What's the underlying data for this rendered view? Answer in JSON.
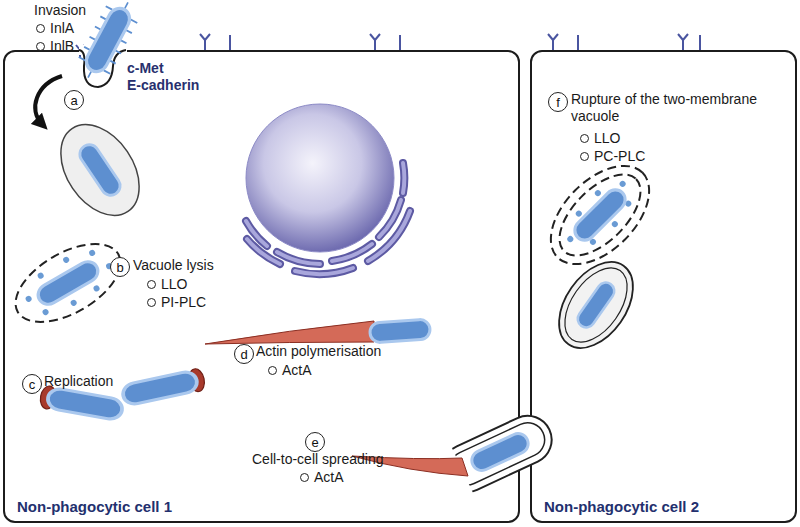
{
  "diagram": {
    "nodes": [
      {
        "text": [
          "Non-phagocytic cell 1"
        ]
      },
      {
        "text": [
          "Non-phagocytic cell 2"
        ]
      },
      {
        "text": [
          "a"
        ],
        "in": 0
      },
      {
        "text": [
          "b"
        ],
        "in": 0
      },
      {
        "text": [
          "c"
        ],
        "in": 0
      },
      {
        "text": [
          "d"
        ],
        "in": 0
      },
      {
        "text": [
          "e"
        ],
        "in": 0
      },
      {
        "text": [
          "f"
        ],
        "in": 1
      }
    ],
    "edges": [],
    "labels": [
      "Invasion",
      "InlA",
      "InlB",
      "c-Met",
      "E-cadherin",
      "Vacuole lysis",
      "LLO",
      "PI-PLC",
      "Replication",
      "Actin polymerisation",
      "ActA",
      "Cell-to-cell spreading",
      "ActA",
      "Rupture of the two-membrane vacuole",
      "LLO",
      "PC-PLC"
    ]
  }
}
